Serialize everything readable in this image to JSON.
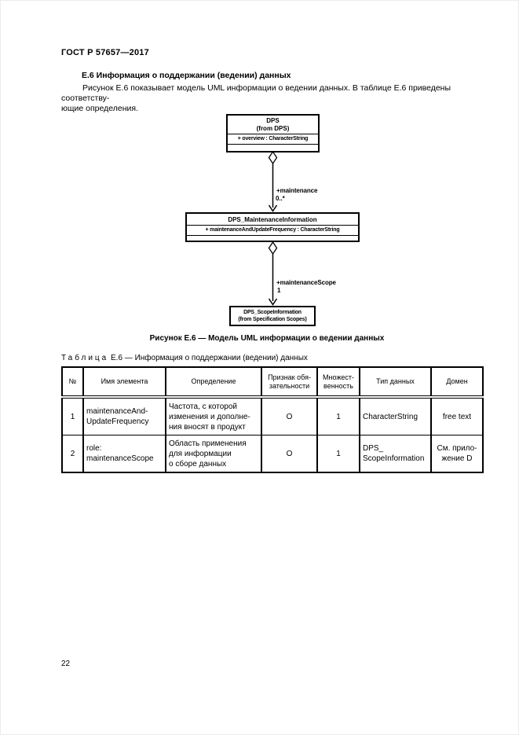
{
  "header": {
    "standard_number": "ГОСТ Р 57657—2017"
  },
  "section": {
    "heading": "Е.6 Информация о поддержании (ведении) данных",
    "paragraph": "Рисунок Е.6 показывает модель UML информации о ведении данных. В таблице Е.6 приведены соответству-\nющие определения."
  },
  "diagram": {
    "classes": [
      {
        "title": "DPS\n(from DPS)",
        "attribute": "+ overview : CharacterString"
      },
      {
        "title": "DPS_MaintenanceInformation",
        "attribute": "+ maintenanceAndUpdateFrequency : CharacterString"
      },
      {
        "title": "DPS_ScopeInformation\n(from Specification Scopes)"
      }
    ],
    "associations": [
      {
        "role": "+maintenance",
        "multiplicity": "0..*"
      },
      {
        "role": "+maintenanceScope",
        "multiplicity": "1"
      }
    ]
  },
  "figure": {
    "caption": "Рисунок Е.6 — Модель UML информации о ведении данных"
  },
  "table": {
    "caption_word": "Таблица",
    "caption_ref": "Е.6",
    "caption_text": "— Информация о поддержании (ведении) данных",
    "headers": [
      "№",
      "Имя элемента",
      "Определение",
      "Признак обя-\nзательности",
      "Множест-\nвенность",
      "Тип данных",
      "Домен"
    ],
    "rows": [
      [
        "1",
        "maintenanceAnd-\nUpdateFrequency",
        "Частота, с которой\nизменения и дополне-\nния вносят в продукт",
        "О",
        "1",
        "CharacterString",
        "free text"
      ],
      [
        "2",
        "role:\nmaintenanceScope",
        "Область применения\nдля информации\nо сборе данных",
        "О",
        "1",
        "DPS_\nScopeInformation",
        "См. прило-\nжение D"
      ]
    ]
  },
  "footer": {
    "page_number": "22"
  }
}
